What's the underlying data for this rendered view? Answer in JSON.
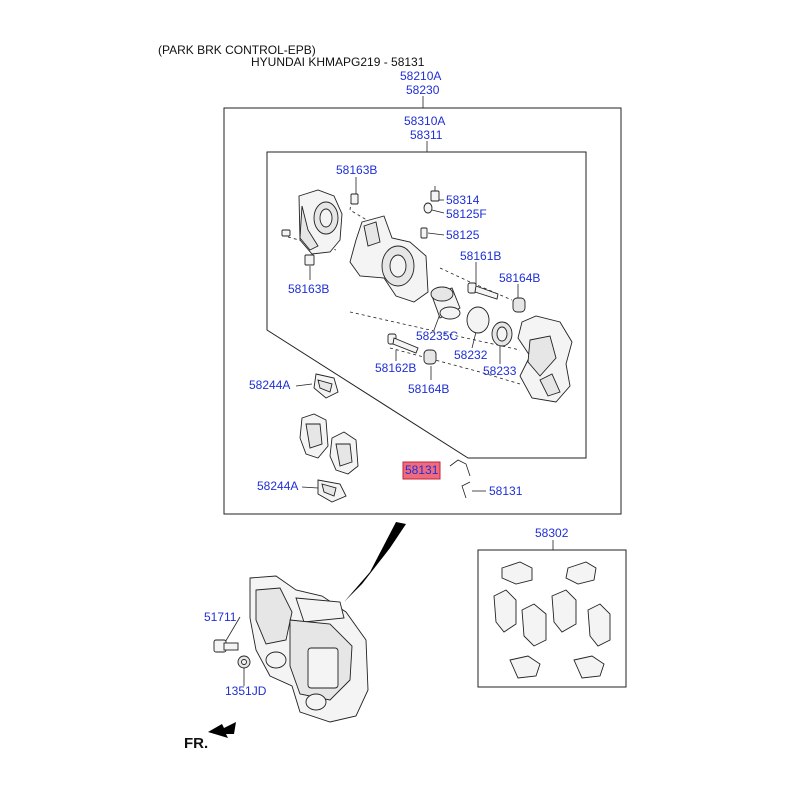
{
  "header": {
    "line1": "(PARK BRK CONTROL-EPB)",
    "line2": "HYUNDAI KHMAPG219 - 58131"
  },
  "labels": {
    "top_a": "58210A",
    "top_b": "58230",
    "inner_a": "58310A",
    "inner_b": "58311",
    "p58163B_top": "58163B",
    "p58314": "58314",
    "p58125F": "58125F",
    "p58125": "58125",
    "p58161B": "58161B",
    "p58164B_right": "58164B",
    "p58163B_left": "58163B",
    "p58235C": "58235C",
    "p58232": "58232",
    "p58233": "58233",
    "p58162B": "58162B",
    "p58164B_bottom": "58164B",
    "p58244A_top": "58244A",
    "p58244A_bottom": "58244A",
    "p58131_highlight": "58131",
    "p58131": "58131",
    "p58302": "58302",
    "p51711": "51711",
    "p1351JD": "1351JD",
    "front": "FR."
  },
  "colors": {
    "label": "#1f2fd6",
    "highlight": "#f06a7e"
  }
}
